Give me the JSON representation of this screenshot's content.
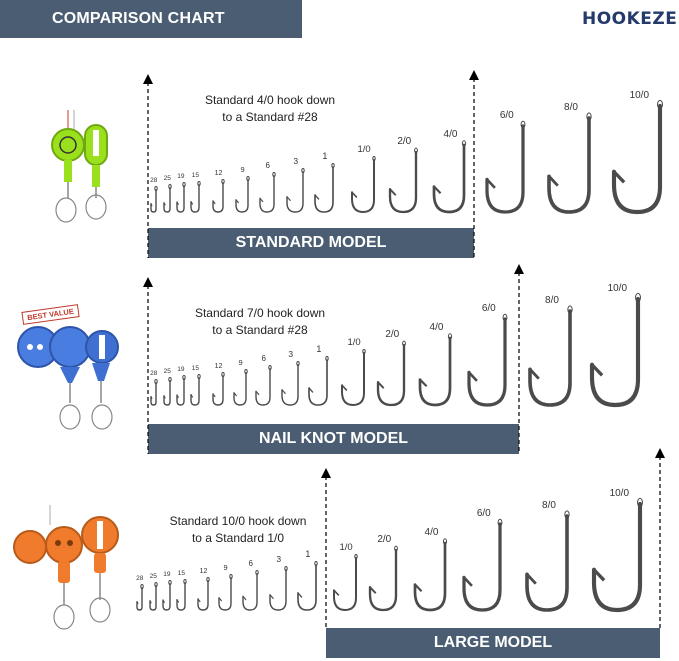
{
  "header": {
    "title": "COMPARISON CHART"
  },
  "logo": {
    "text": "HOOKEZE"
  },
  "colors": {
    "band": "#4a5d72",
    "hook": "#4b4b4b",
    "green": "#9be01d",
    "blue": "#3f6fd0",
    "orange": "#f07b2c",
    "badge": "#c0392b"
  },
  "rows": [
    {
      "tool_color": "green",
      "badge": "",
      "desc_lines": [
        "Standard 4/0 hook down",
        "to a  Standard #28"
      ],
      "band_label": "STANDARD MODEL",
      "hook_labels": [
        "28",
        "25",
        "19",
        "15",
        "12",
        "9",
        "6",
        "3",
        "1",
        "1/0",
        "2/0",
        "4/0",
        "6/0",
        "8/0",
        "10/0"
      ]
    },
    {
      "tool_color": "blue",
      "badge": "BEST VALUE",
      "desc_lines": [
        "Standard 7/0 hook down",
        "to a  Standard #28"
      ],
      "band_label": "NAIL KNOT MODEL",
      "hook_labels": [
        "28",
        "25",
        "19",
        "15",
        "12",
        "9",
        "6",
        "3",
        "1",
        "1/0",
        "2/0",
        "4/0",
        "6/0",
        "8/0",
        "10/0"
      ]
    },
    {
      "tool_color": "orange",
      "badge": "",
      "desc_lines": [
        "Standard 10/0 hook down",
        "to a  Standard 1/0"
      ],
      "band_label": "LARGE MODEL",
      "hook_labels": [
        "28",
        "25",
        "19",
        "15",
        "12",
        "9",
        "6",
        "3",
        "1",
        "1/0",
        "2/0",
        "4/0",
        "6/0",
        "8/0",
        "10/0"
      ]
    }
  ]
}
